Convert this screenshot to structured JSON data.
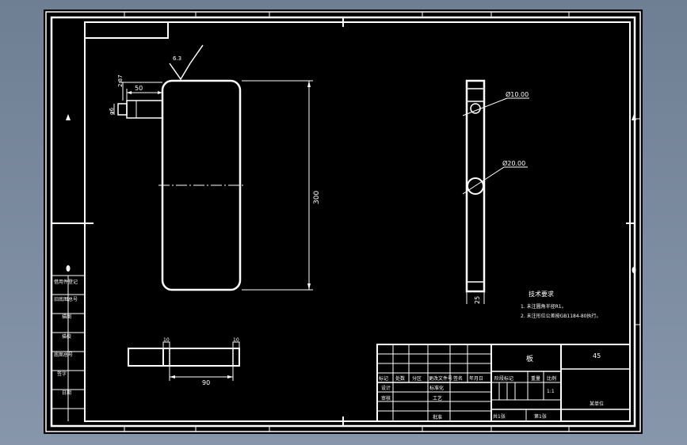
{
  "drawing": {
    "colors": {
      "paper": "#000000",
      "line": "#ffffff",
      "background": "#7a8aa0"
    },
    "front_view": {
      "dim_width": "50",
      "dim_offset": "2.87",
      "dim_small": "φ6",
      "dim_height": "300",
      "roughness": "6.3"
    },
    "top_view": {
      "dim_length": "90",
      "tag_left": "10",
      "tag_right": "10"
    },
    "side_view": {
      "hole_small": "Ø10.00",
      "hole_large": "Ø20.00",
      "dim_width": "25"
    },
    "notes": {
      "title": "技术要求",
      "line1": "1. 未注圆角半径R1。",
      "line2": "2. 未注形位公差按GB1184-80执行。"
    },
    "side_table": [
      "借用件登记",
      "旧底图总号",
      "描图",
      "描校",
      "底图总号",
      "签字",
      "日期"
    ],
    "title_block": {
      "part_name": "板",
      "material": "45",
      "company": "某单位",
      "row_labels": [
        "标记",
        "处数",
        "分区",
        "更改文件号",
        "签名",
        "年月日"
      ],
      "stage_header": [
        "阶段标记",
        "重量",
        "比例"
      ],
      "scale": "1:1",
      "designer": "设计",
      "standardize": "标准化",
      "checker": "审核",
      "process": "工艺",
      "approve": "批准",
      "sheet_total": "共1张",
      "sheet_index": "第1张"
    }
  }
}
